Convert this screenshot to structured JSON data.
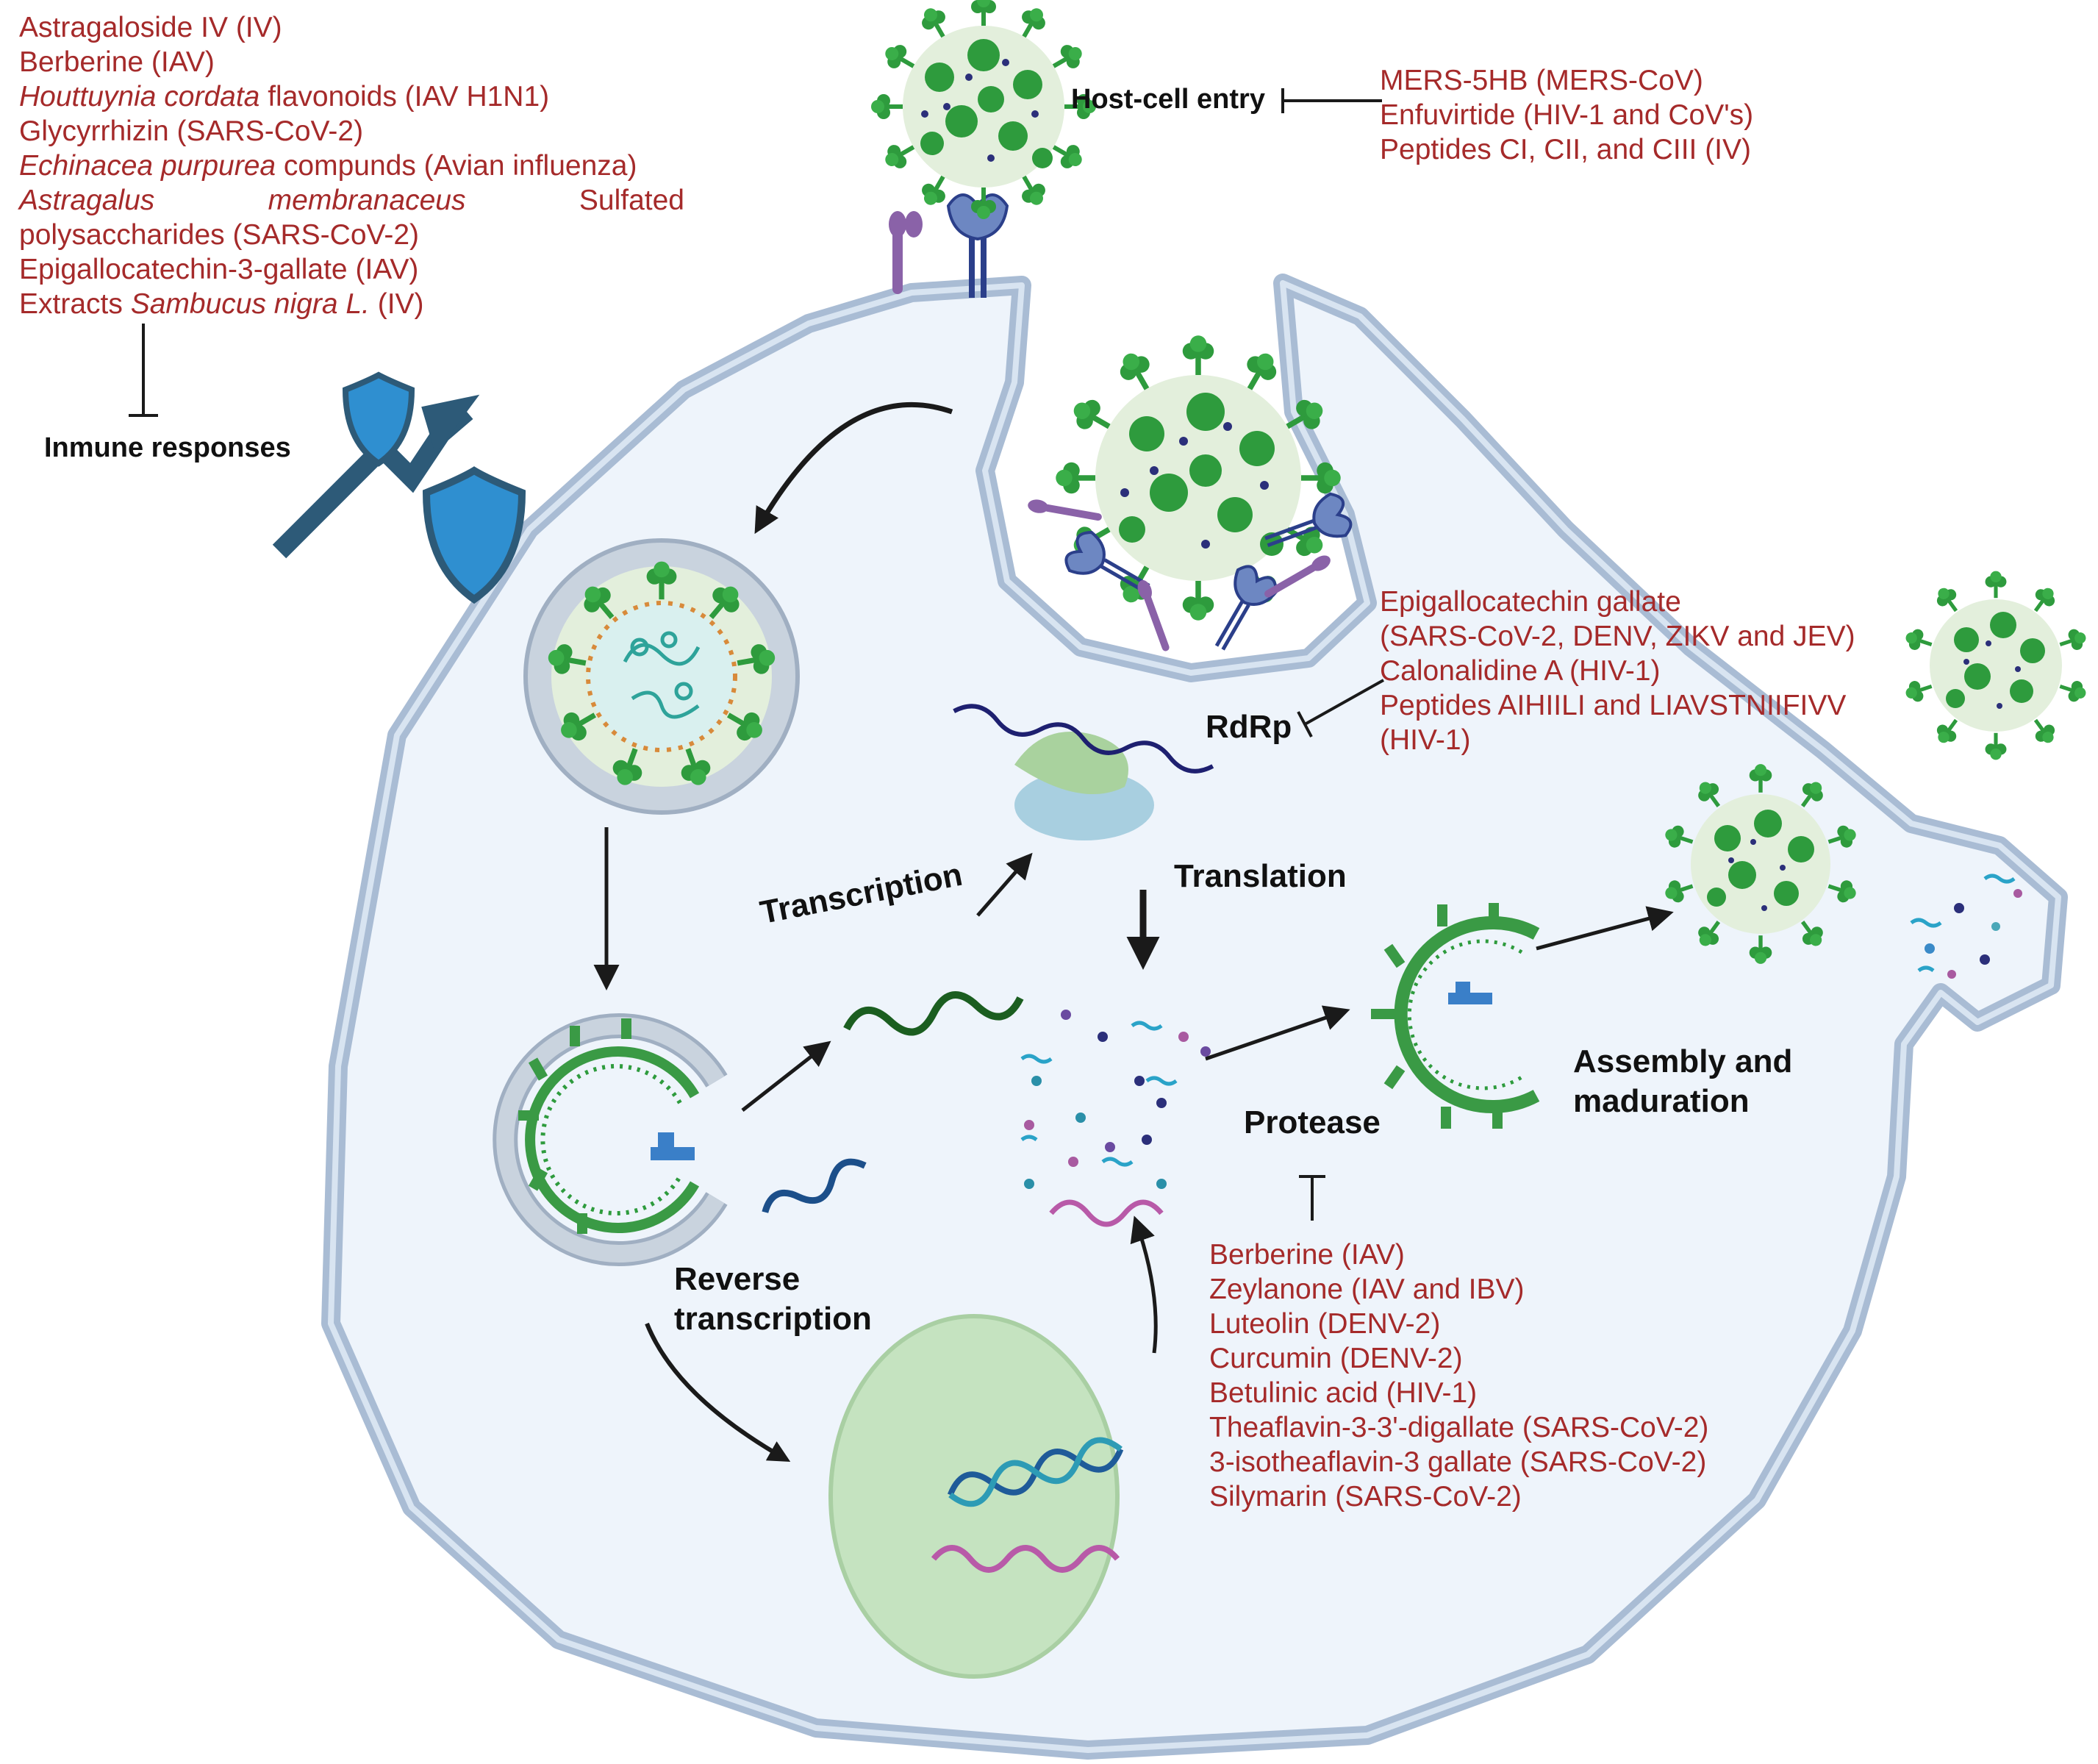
{
  "colors": {
    "drug_text": "#a52a2a",
    "cell_fill": "#eef4fb",
    "cell_border": "#a9bcd4",
    "virus_green": "#2e9b3d",
    "virus_body": "#e3efdc",
    "receptor_blue": "#6d87c2",
    "receptor_purple": "#8a62a8",
    "shield_blue": "#2f8fd0",
    "arrow_dark": "#2d5a78",
    "nucleus_green": "#c5e3c0",
    "rna_pink": "#b85aa8",
    "rna_navy": "#2d2a7a",
    "dna_blue": "#1f5b99"
  },
  "immune": {
    "label": "Inmune responses",
    "icons": [
      "shield-icon",
      "growth-arrow-icon"
    ],
    "compounds": {
      "line1": "Astragaloside IV (IV)",
      "line2": "Berberine (IAV)",
      "line3_italic": "Houttuynia cordata",
      "line3_rest": " flavonoids (IAV H1N1)",
      "line4": "Glycyrrhizin (SARS-CoV-2)",
      "line5_italic": "Echinacea purpurea",
      "line5_rest": "  compunds (Avian influenza)",
      "line6_word1": "Astragalus",
      "line6_word2": "membranaceus",
      "line6_word3": "Sulfated",
      "line7": "polysaccharides (SARS-CoV-2)",
      "line8": "Epigallocatechin-3-gallate  (IAV)",
      "line9_prefix": "Extracts ",
      "line9_italic": "Sambucus nigra L.",
      "line9_rest": "  (IV)"
    }
  },
  "entry": {
    "label": "Host-cell entry",
    "compounds": [
      "MERS-5HB (MERS-CoV)",
      "Enfuvirtide (HIV-1 and CoV's)",
      "Peptides CI, CII, and CIII (IV)"
    ]
  },
  "rdrp": {
    "label": "RdRp",
    "compounds": [
      "Epigallocatechin  gallate",
      "(SARS-CoV-2, DENV, ZIKV and JEV)",
      "Calonalidine A (HIV-1)",
      "Peptides AIHIILI and LIAVSTNIIFIVV",
      "(HIV-1)"
    ]
  },
  "protease": {
    "label": "Protease",
    "compounds": [
      "Berberine (IAV)",
      "Zeylanone (IAV and IBV)",
      "Luteolin (DENV-2)",
      "Curcumin (DENV-2)",
      "Betulinic acid (HIV-1)",
      "Theaflavin-3-3'-digallate (SARS-CoV-2)",
      "3-isotheaflavin-3 gallate (SARS-CoV-2)",
      "Silymarin (SARS-CoV-2)"
    ]
  },
  "steps": {
    "transcription": "Transcription",
    "translation": "Translation",
    "reverse_line1": "Reverse",
    "reverse_line2": "transcription",
    "assembly_line1": "Assembly and",
    "assembly_line2": "maduration"
  }
}
